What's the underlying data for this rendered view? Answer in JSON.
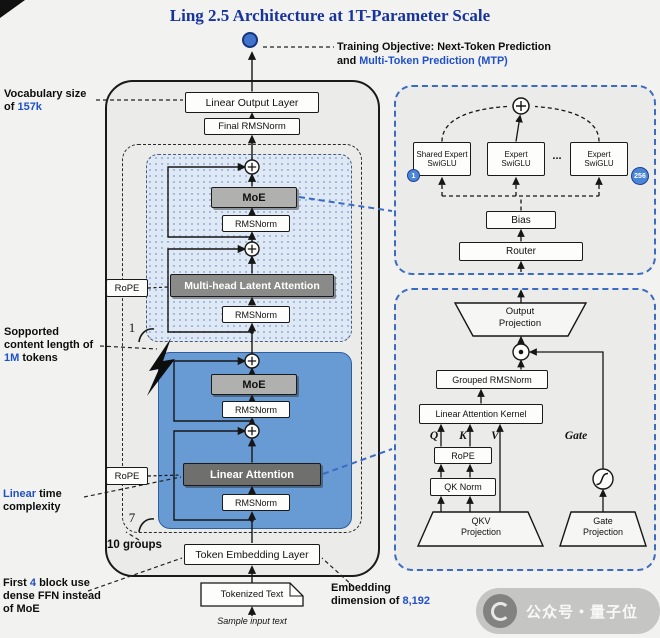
{
  "meta": {
    "title": "Ling 2.5 Architecture at 1T-Parameter Scale"
  },
  "objective": {
    "line1": "Training Objective: Next-Token Prediction",
    "line2_prefix": "and ",
    "line2_mtp": "Multi-Token Prediction (MTP)"
  },
  "annotations": {
    "vocab_pre": "Vocabulary size of ",
    "vocab_hl": "157k",
    "ctx_pre": "Sopported content length of ",
    "ctx_hl": "1M",
    "ctx_post": " tokens",
    "linear_hl": "Linear",
    "linear_post": " time complexity",
    "groups": "10 groups",
    "dense_pre": "First ",
    "dense_hl": "4",
    "dense_post": " block use dense FFN instead of MoE",
    "embed_pre": "Embedding dimension of ",
    "embed_hl": "8,192"
  },
  "stack": {
    "linear_output_layer": "Linear Output Layer",
    "final_rmsnorm": "Final RMSNorm",
    "moe": "MoE",
    "rmsnorm": "RMSNorm",
    "mla": "Multi-head Latent Attention",
    "linear_attention": "Linear Attention",
    "rope": "RoPE",
    "repeat_mla": "1",
    "repeat_linear": "7",
    "token_embedding_layer": "Token Embedding Layer",
    "tokenized_text": "Tokenized Text",
    "sample_input": "Sample input text"
  },
  "moe_detail": {
    "shared_expert_line1": "Shared Expert",
    "swiglu": "SwiGLU",
    "expert_line1": "Expert",
    "dots": "...",
    "first_expert_index": "1",
    "last_expert_index": "256",
    "bias": "Bias",
    "router": "Router"
  },
  "attn_detail": {
    "output_proj_line1": "Output",
    "proj_word": "Projection",
    "grouped_rmsnorm": "Grouped RMSNorm",
    "kernel": "Linear Attention Kernel",
    "q": "Q",
    "k": "K",
    "v": "V",
    "gate": "Gate",
    "rope": "RoPE",
    "qk_norm": "QK Norm",
    "qkv_line1": "QKV",
    "gate_line1": "Gate"
  },
  "watermark": {
    "text": "公众号・量子位"
  },
  "colors": {
    "title_blue": "#16339e",
    "highlight_blue": "#2050c8",
    "detail_border_blue": "#3a6bc5",
    "linear_block_fill": "#689bd4",
    "node_fill": "#3f73cc",
    "moe_box_gray": "#b0b0ae"
  }
}
